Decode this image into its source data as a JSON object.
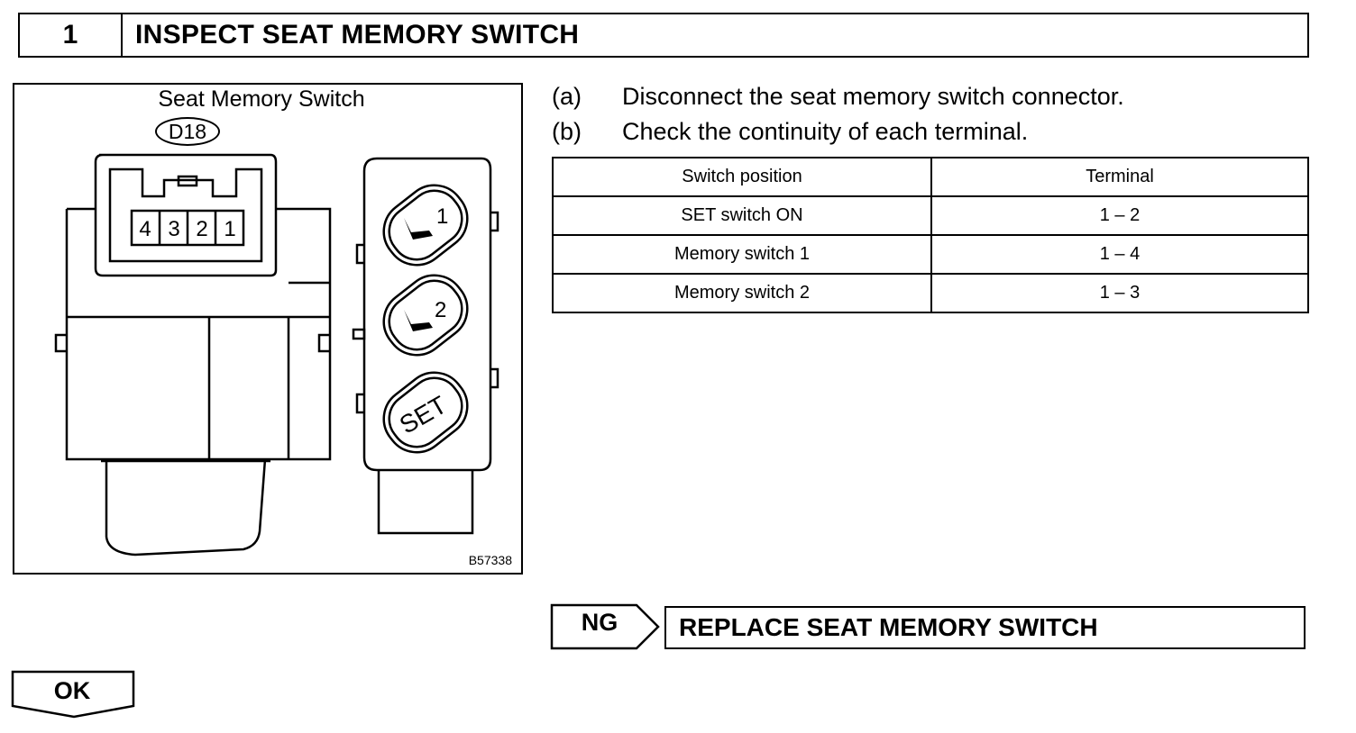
{
  "step": {
    "number": "1",
    "title": "INSPECT SEAT MEMORY SWITCH"
  },
  "figure": {
    "title": "Seat Memory Switch",
    "connector_code": "D18",
    "terminals": [
      "4",
      "3",
      "2",
      "1"
    ],
    "buttons": [
      "1",
      "2",
      "SET"
    ],
    "ref": "B57338"
  },
  "instructions": [
    {
      "label": "(a)",
      "text": "Disconnect the seat memory switch connector."
    },
    {
      "label": "(b)",
      "text": "Check the continuity of each terminal."
    }
  ],
  "table": {
    "headers": [
      "Switch position",
      "Terminal"
    ],
    "rows": [
      [
        "SET switch ON",
        "1 – 2"
      ],
      [
        "Memory switch 1",
        "1 – 4"
      ],
      [
        "Memory switch 2",
        "1 – 3"
      ]
    ]
  },
  "ng": {
    "label": "NG",
    "action": "REPLACE SEAT MEMORY SWITCH"
  },
  "ok": {
    "label": "OK"
  }
}
